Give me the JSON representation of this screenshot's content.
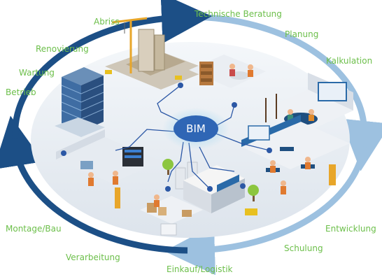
{
  "hub": {
    "label": "BIM"
  },
  "colors": {
    "label": "#6cbf4a",
    "ring_dark": "#1c4f86",
    "ring_light": "#9dc1e0",
    "hub": "#2f66b5",
    "node": "#2b57a5"
  },
  "cycle": {
    "abriss": "Abriss",
    "technische_beratung": "Technische Beratung",
    "renovierung": "Renovierung",
    "planung": "Planung",
    "kalkulation": "Kalkulation",
    "wartung": "Wartung",
    "betrieb": "Betrieb",
    "montage_bau": "Montage/Bau",
    "entwicklung": "Entwicklung",
    "verarbeitung": "Verarbeitung",
    "schulung": "Schulung",
    "einkauf_logistik": "Einkauf/Logistik"
  },
  "icons": [
    "office-tower-icon",
    "construction-crane-icon",
    "meeting-room-icon",
    "presentation-room-icon",
    "server-room-icon",
    "factory-icon",
    "warehouse-icon",
    "training-room-icon",
    "tree-icon"
  ]
}
